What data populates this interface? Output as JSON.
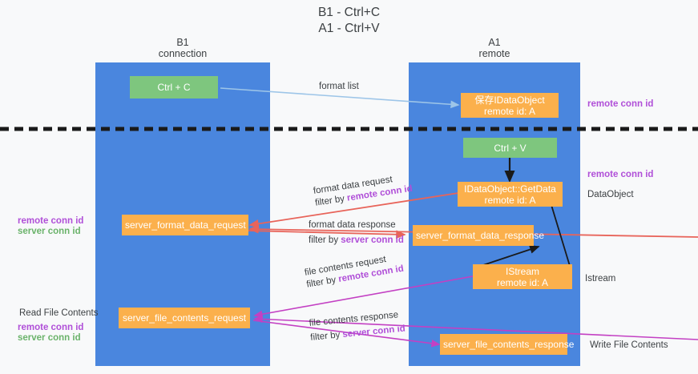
{
  "title": {
    "line1": "B1 - Ctrl+C",
    "line2": "A1 - Ctrl+V"
  },
  "columns": [
    {
      "id": "b1",
      "name": "B1",
      "role": "connection",
      "color": "#4a86de"
    },
    {
      "id": "a1",
      "name": "A1",
      "role": "remote",
      "color": "#4a86de"
    }
  ],
  "nodes": {
    "ctrl_c": {
      "line1": "Ctrl + C",
      "line2": "",
      "color": "#7ec67e"
    },
    "save_idataobject": {
      "line1": "保存IDataObject",
      "line2": "remote id: A",
      "color": "#fbb04c"
    },
    "ctrl_v": {
      "line1": "Ctrl + V",
      "line2": "",
      "color": "#7ec67e"
    },
    "getdata": {
      "line1": "IDataObject::GetData",
      "line2": "remote id: A",
      "color": "#fbb04c"
    },
    "server_format_data_request": {
      "line1": "server_format_data_request",
      "line2": "",
      "color": "#fbb04c"
    },
    "server_format_data_response": {
      "line1": "server_format_data_response",
      "line2": "",
      "color": "#fbb04c"
    },
    "istream": {
      "line1": "IStream",
      "line2": "remote id: A",
      "color": "#fbb04c"
    },
    "server_file_contents_request": {
      "line1": "server_file_contents_request",
      "line2": "",
      "color": "#fbb04c"
    },
    "server_file_contents_response": {
      "line1": "server_file_contents_response",
      "line2": "",
      "color": "#fbb04c"
    }
  },
  "edge_labels": {
    "format_list": "format list",
    "format_data_request_l1": "format data request",
    "format_data_request_l2a": "filter by ",
    "format_data_request_l2b": "remote conn id",
    "format_data_response_l1": "format data response",
    "format_data_response_l2a": "filter by ",
    "format_data_response_l2b": "server conn id",
    "file_contents_request_l1": "file contents request",
    "file_contents_request_l2a": "filter by ",
    "file_contents_request_l2b": "remote conn id",
    "file_contents_response_l1": "file contents response",
    "file_contents_response_l2a": "filter by ",
    "file_contents_response_l2b": "server conn id"
  },
  "side_labels": {
    "left_mid_remote": "remote conn id",
    "left_mid_server": "server conn id",
    "read_file_contents": "Read File Contents",
    "left_bot_remote": "remote conn id",
    "left_bot_server": "server conn id",
    "right_top_remote": "remote conn id",
    "right_mid_remote": "remote conn id",
    "right_dataobject": "DataObject",
    "right_istream": "Istream",
    "right_write_file_contents": "Write File Contents"
  },
  "colors": {
    "column_blue": "#4a86de",
    "node_green": "#7ec67e",
    "node_orange": "#fbb04c",
    "accent_purple": "#b04fd8",
    "accent_green": "#6bb36b",
    "arrow_red": "#e8645a",
    "arrow_lightblue": "#9dc5e8",
    "arrow_magenta": "#c340c3",
    "arrow_black": "#1a1a1a",
    "background": "#f8f9fa"
  }
}
